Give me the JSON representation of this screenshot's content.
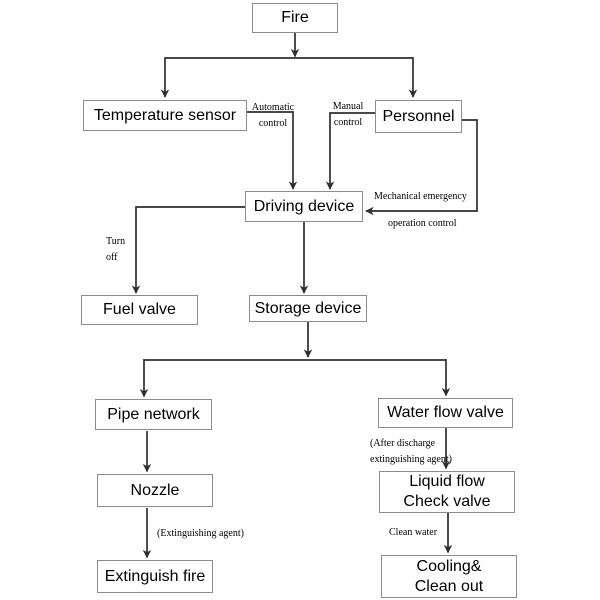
{
  "diagram": {
    "type": "flowchart",
    "title": "Fire suppression system flowchart",
    "colors": {
      "background": "#ffffff",
      "line": "#2f2f2f",
      "box_border": "#8c8c8c",
      "box_fill": "#ffffff",
      "text": "#000000"
    },
    "nodes": {
      "fire": "Fire",
      "temperature_sensor": "Temperature sensor",
      "personnel": "Personnel",
      "driving_device": "Driving device",
      "fuel_valve": "Fuel valve",
      "storage_device": "Storage device",
      "pipe_network": "Pipe network",
      "water_flow_valve": "Water flow valve",
      "nozzle": "Nozzle",
      "liquid_flow_check_valve": "Liquid flow\nCheck valve",
      "extinguish_fire": "Extinguish fire",
      "cooling_clean_out": "Cooling&\nClean out"
    },
    "edge_labels": {
      "automatic_control": "Automatic\ncontrol",
      "manual_control": "Manual\ncontrol",
      "mechanical_emergency": "Mechanical emergency",
      "operation_control": "operation control",
      "turn_off": "Turn\noff",
      "after_discharge": "(After discharge\nextinguishing agent)",
      "extinguishing_agent": "(Extinguishing agent)",
      "clean_water": "Clean water"
    },
    "edges": [
      {
        "from": "fire",
        "to": "temperature_sensor"
      },
      {
        "from": "fire",
        "to": "personnel"
      },
      {
        "from": "temperature_sensor",
        "to": "driving_device",
        "label": "Automatic control"
      },
      {
        "from": "personnel",
        "to": "driving_device",
        "label": "Manual control"
      },
      {
        "from": "personnel",
        "to": "driving_device",
        "label": "Mechanical emergency operation control"
      },
      {
        "from": "driving_device",
        "to": "fuel_valve",
        "label": "Turn off"
      },
      {
        "from": "driving_device",
        "to": "storage_device"
      },
      {
        "from": "storage_device",
        "to": "pipe_network"
      },
      {
        "from": "storage_device",
        "to": "water_flow_valve"
      },
      {
        "from": "pipe_network",
        "to": "nozzle"
      },
      {
        "from": "nozzle",
        "to": "extinguish_fire",
        "label": "(Extinguishing agent)"
      },
      {
        "from": "water_flow_valve",
        "to": "liquid_flow_check_valve",
        "label": "(After discharge extinguishing agent)"
      },
      {
        "from": "liquid_flow_check_valve",
        "to": "cooling_clean_out",
        "label": "Clean water"
      }
    ]
  }
}
